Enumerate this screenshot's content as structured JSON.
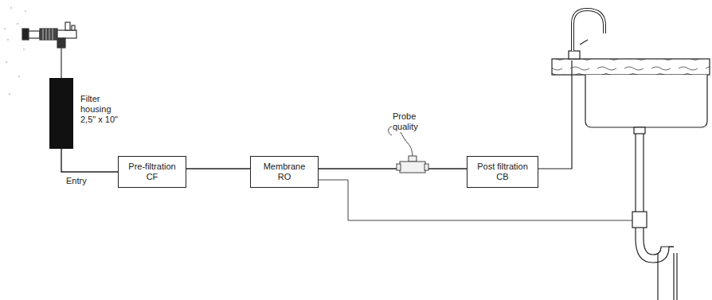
{
  "diagram": {
    "nodes": [
      {
        "text": [
          "Filter housing 2,5\" x 10\""
        ]
      },
      {
        "text": [
          "Pre-filtration CF"
        ]
      },
      {
        "text": [
          "Membrane RO"
        ]
      },
      {
        "text": [
          "Post filtration CB"
        ]
      }
    ],
    "edges": [
      {
        "from": 0,
        "to": 1,
        "arrow": "none"
      },
      {
        "from": 1,
        "to": 2,
        "arrow": "none"
      },
      {
        "from": 2,
        "to": 3,
        "arrow": "none"
      }
    ],
    "labels": [
      "Entry",
      "Probe quality"
    ]
  }
}
